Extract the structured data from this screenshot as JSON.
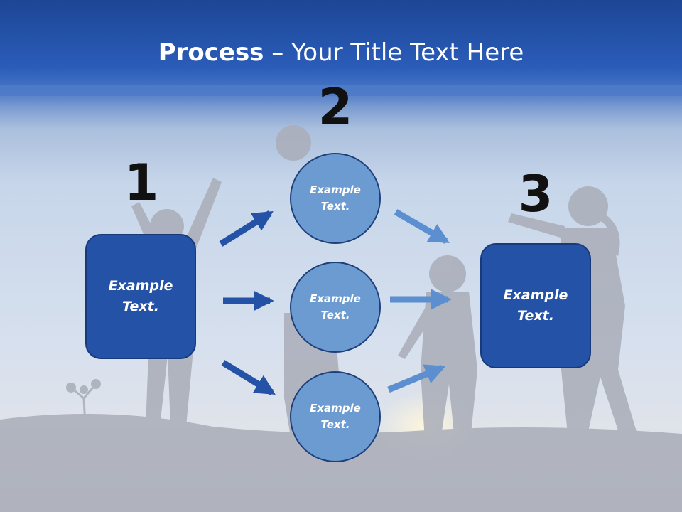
{
  "title": {
    "bold": "Process",
    "rest": " – Your Title Text Here"
  },
  "steps": [
    {
      "number": "1"
    },
    {
      "number": "2"
    },
    {
      "number": "3"
    }
  ],
  "left_box": {
    "line1": "Example",
    "line2": "Text."
  },
  "circles": [
    {
      "line1": "Example",
      "line2": "Text."
    },
    {
      "line1": "Example",
      "line2": "Text."
    },
    {
      "line1": "Example",
      "line2": "Text."
    }
  ],
  "right_box": {
    "line1": "Example",
    "line2": "Text."
  },
  "colors": {
    "header": "#1d4696",
    "box_fill": "#2452a6",
    "circle_fill": "#6b9bd1",
    "arrow_dark": "#2452a6",
    "arrow_light": "#5b8fcf"
  }
}
